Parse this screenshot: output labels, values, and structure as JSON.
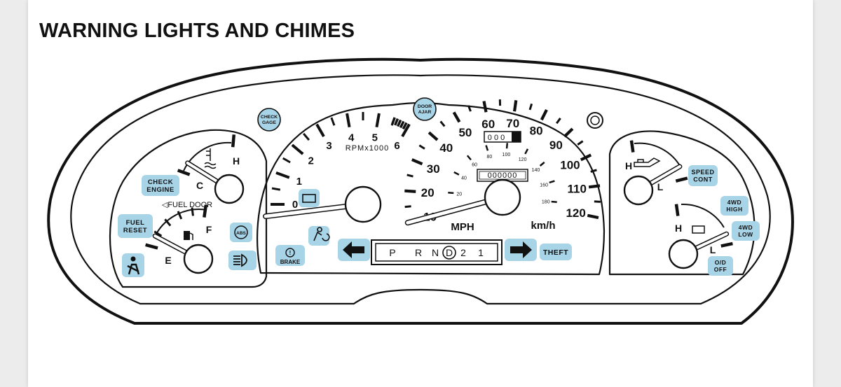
{
  "title": "WARNING LIGHTS AND CHIMES",
  "colors": {
    "indicator": "#a8d4e8",
    "ink": "#111111",
    "background": "#ffffff"
  },
  "tach": {
    "unit": "RPMx1000",
    "labels": [
      "0",
      "1",
      "2",
      "3",
      "4",
      "5",
      "6"
    ]
  },
  "speedo": {
    "mph_labels": [
      "10",
      "20",
      "30",
      "40",
      "50",
      "60",
      "70",
      "80",
      "90",
      "100",
      "110",
      "120"
    ],
    "kmh_labels": [
      "20",
      "40",
      "60",
      "80",
      "100",
      "120",
      "140",
      "160",
      "180"
    ],
    "unit_mph": "MPH",
    "unit_kmh": "km/h",
    "trip": "0 0 0",
    "odometer": "000000"
  },
  "temp_gauge": {
    "cold": "C",
    "hot": "H"
  },
  "fuel_gauge": {
    "empty": "E",
    "full": "F",
    "door": "◁FUEL DOOR"
  },
  "oil_gauge": {
    "high": "H",
    "low": "L"
  },
  "battery_gauge": {
    "high": "H",
    "low": "L"
  },
  "prnd": [
    "P",
    "R",
    "N",
    "D",
    "2",
    "1"
  ],
  "indicators": {
    "check_gage": [
      "CHECK",
      "GAGE"
    ],
    "door_ajar": [
      "DOOR",
      "AJAR"
    ],
    "check_engine": [
      "CHECK",
      "ENGINE"
    ],
    "fuel_reset": [
      "FUEL",
      "RESET"
    ],
    "brake": "BRAKE",
    "abs": "ABS",
    "theft": "THEFT",
    "speed_cont": [
      "SPEED",
      "CONT"
    ],
    "fwd_high": [
      "4WD",
      "HIGH"
    ],
    "fwd_low": [
      "4WD",
      "LOW"
    ],
    "od_off": [
      "O/D",
      "OFF"
    ]
  },
  "icons": [
    "coolant-temp-icon",
    "fuel-pump-icon",
    "seatbelt-icon",
    "abs-icon",
    "headlamp-icon",
    "battery-icon",
    "airbag-icon",
    "brake-icon",
    "left-turn-arrow-icon",
    "right-turn-arrow-icon",
    "oil-can-icon",
    "battery-gauge-icon"
  ]
}
